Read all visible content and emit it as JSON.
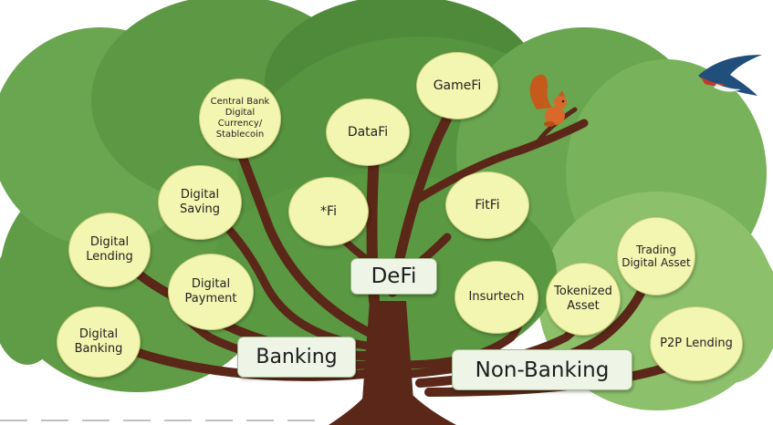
{
  "hubs": {
    "defi": "DeFi",
    "banking": "Banking",
    "non_banking": "Non-Banking"
  },
  "nodes": {
    "cbdc": "Central Bank Digital Currency/ Stablecoin",
    "datafi": "DataFi",
    "gamefi": "GameFi",
    "digital_saving": "Digital Saving",
    "star_fi": "*Fi",
    "fitfi": "FitFi",
    "digital_lending": "Digital Lending",
    "digital_payment": "Digital Payment",
    "digital_banking": "Digital Banking",
    "insurtech": "Insurtech",
    "tokenized_asset": "Tokenized Asset",
    "trading_digital_asset": "Trading Digital Asset",
    "p2p_lending": "P2P Lending"
  },
  "decorations": {
    "squirrel_icon": "squirrel",
    "bird_icon": "swallow"
  },
  "colors": {
    "foliage_dark": "#4e8a3a",
    "foliage_mid": "#6aa64f",
    "foliage_light": "#8cc06b",
    "trunk": "#5a2718",
    "node_fill": "#f3f6b0",
    "hub_fill": "#eef4e6"
  }
}
